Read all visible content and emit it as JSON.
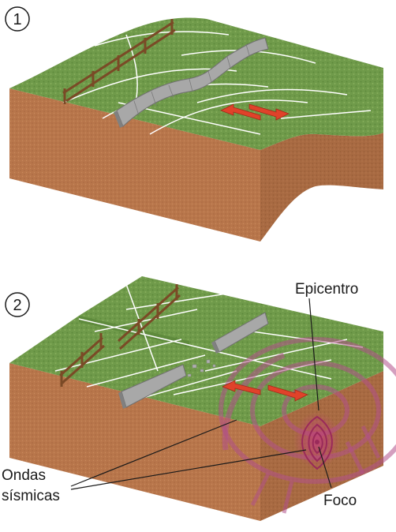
{
  "panels": [
    {
      "number": "1"
    },
    {
      "number": "2"
    }
  ],
  "labels": {
    "epicenter": "Epicentro",
    "seismic_waves_line1": "Ondas",
    "seismic_waves_line2": "sísmicas",
    "focus": "Foco"
  },
  "colors": {
    "grass": "#6f9a4a",
    "soil_front": "#b8764b",
    "soil_side": "#a86a42",
    "wall": "#9a9a9a",
    "fence": "#7a4a26",
    "arrow": "#e0422a",
    "waves": "#b0508a",
    "field_lines": "#ffffff"
  }
}
